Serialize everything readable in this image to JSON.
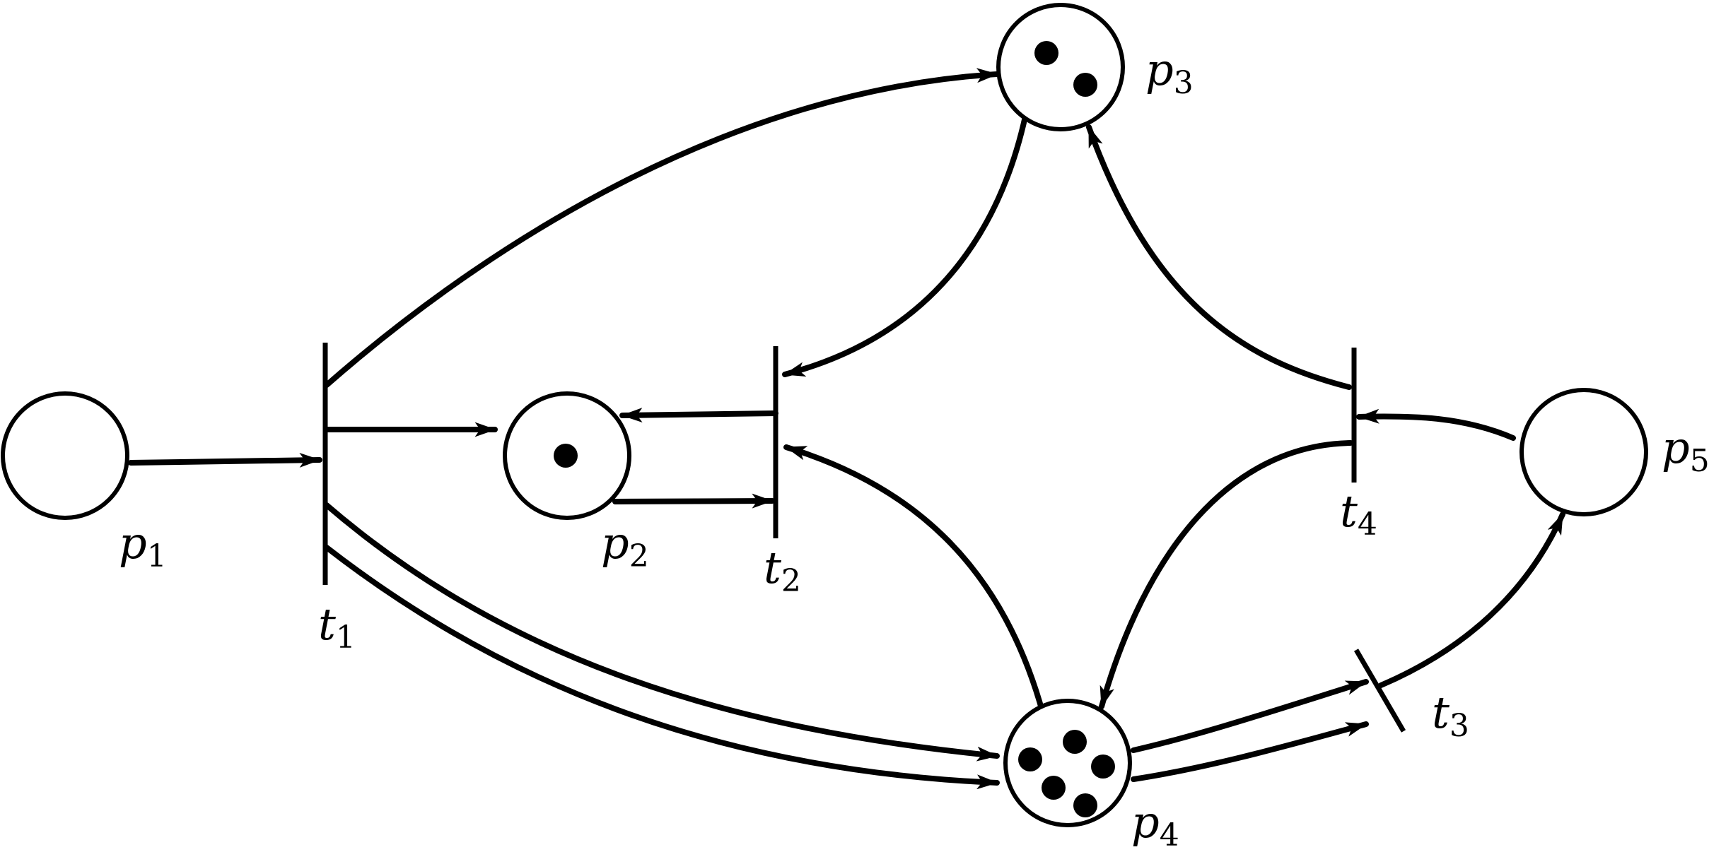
{
  "places": [
    {
      "id": "p1",
      "label": "p",
      "sub": "1",
      "tokens": 0
    },
    {
      "id": "p2",
      "label": "p",
      "sub": "2",
      "tokens": 1
    },
    {
      "id": "p3",
      "label": "p",
      "sub": "3",
      "tokens": 2
    },
    {
      "id": "p4",
      "label": "p",
      "sub": "4",
      "tokens": 5
    },
    {
      "id": "p5",
      "label": "p",
      "sub": "5",
      "tokens": 0
    }
  ],
  "transitions": [
    {
      "id": "t1",
      "label": "t",
      "sub": "1"
    },
    {
      "id": "t2",
      "label": "t",
      "sub": "2"
    },
    {
      "id": "t3",
      "label": "t",
      "sub": "3"
    },
    {
      "id": "t4",
      "label": "t",
      "sub": "4"
    }
  ],
  "arcs": [
    {
      "from": "p1",
      "to": "t1"
    },
    {
      "from": "t1",
      "to": "p2"
    },
    {
      "from": "t1",
      "to": "p3"
    },
    {
      "from": "t1",
      "to": "p4"
    },
    {
      "from": "t1",
      "to": "p4"
    },
    {
      "from": "p2",
      "to": "t2"
    },
    {
      "from": "t2",
      "to": "p2"
    },
    {
      "from": "p3",
      "to": "t2"
    },
    {
      "from": "p4",
      "to": "t2"
    },
    {
      "from": "p4",
      "to": "t3"
    },
    {
      "from": "p4",
      "to": "t3"
    },
    {
      "from": "t3",
      "to": "p5"
    },
    {
      "from": "p5",
      "to": "t4"
    },
    {
      "from": "t4",
      "to": "p3"
    },
    {
      "from": "t4",
      "to": "p4"
    }
  ],
  "colors": {
    "ink": "#000000",
    "paper": "#ffffff"
  }
}
